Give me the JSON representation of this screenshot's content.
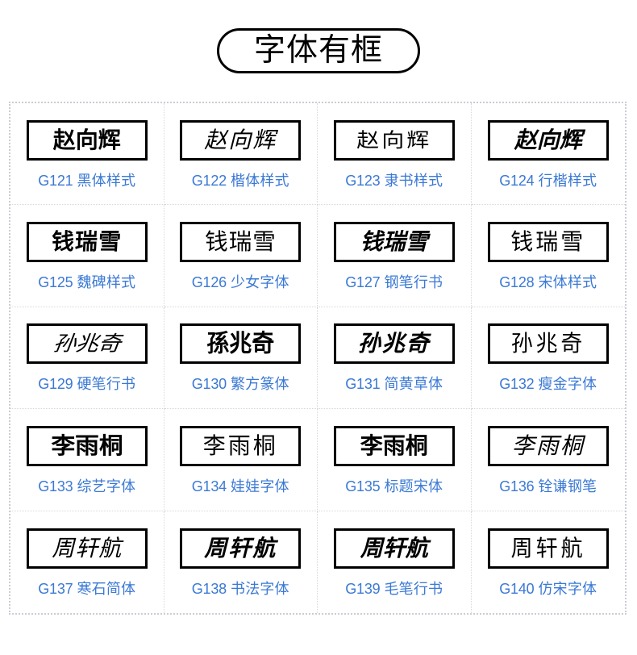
{
  "page": {
    "title": "字体有框",
    "accent_blue": "#3b79d4",
    "border_black": "#000000",
    "grid_dash_color": "#c9cdd4",
    "background": "#ffffff"
  },
  "grid": {
    "columns": 4,
    "rows": 5,
    "cells": [
      {
        "code": "G121",
        "style_name": "黑体样式",
        "sample": "赵向辉",
        "style_class": "s-hei"
      },
      {
        "code": "G122",
        "style_name": "楷体样式",
        "sample": "赵向辉",
        "style_class": "s-kai"
      },
      {
        "code": "G123",
        "style_name": "隶书样式",
        "sample": "赵向辉",
        "style_class": "s-li"
      },
      {
        "code": "G124",
        "style_name": "行楷样式",
        "sample": "赵向辉",
        "style_class": "s-xingkai"
      },
      {
        "code": "G125",
        "style_name": "魏碑样式",
        "sample": "钱瑞雪",
        "style_class": "s-weibei"
      },
      {
        "code": "G126",
        "style_name": "少女字体",
        "sample": "钱瑞雪",
        "style_class": "s-shaonv"
      },
      {
        "code": "G127",
        "style_name": "钢笔行书",
        "sample": "钱瑞雪",
        "style_class": "s-gangbi"
      },
      {
        "code": "G128",
        "style_name": "宋体样式",
        "sample": "钱瑞雪",
        "style_class": "s-song"
      },
      {
        "code": "G129",
        "style_name": "硬笔行书",
        "sample": "孙兆奇",
        "style_class": "s-yingbi"
      },
      {
        "code": "G130",
        "style_name": "繁方篆体",
        "sample": "孫兆奇",
        "style_class": "s-zhuan"
      },
      {
        "code": "G131",
        "style_name": "简黄草体",
        "sample": "孙兆奇",
        "style_class": "s-caoti"
      },
      {
        "code": "G132",
        "style_name": "瘦金字体",
        "sample": "孙兆奇",
        "style_class": "s-shoujin"
      },
      {
        "code": "G133",
        "style_name": "综艺字体",
        "sample": "李雨桐",
        "style_class": "s-zongyi"
      },
      {
        "code": "G134",
        "style_name": "娃娃字体",
        "sample": "李雨桐",
        "style_class": "s-wawa"
      },
      {
        "code": "G135",
        "style_name": "标题宋体",
        "sample": "李雨桐",
        "style_class": "s-biaoti"
      },
      {
        "code": "G136",
        "style_name": "铨谦钢笔",
        "sample": "李雨桐",
        "style_class": "s-quanqian"
      },
      {
        "code": "G137",
        "style_name": "寒石简体",
        "sample": "周轩航",
        "style_class": "s-hanshi"
      },
      {
        "code": "G138",
        "style_name": "书法字体",
        "sample": "周轩航",
        "style_class": "s-shufa"
      },
      {
        "code": "G139",
        "style_name": "毛笔行书",
        "sample": "周轩航",
        "style_class": "s-maobi"
      },
      {
        "code": "G140",
        "style_name": "仿宋字体",
        "sample": "周轩航",
        "style_class": "s-fangsong"
      }
    ]
  }
}
